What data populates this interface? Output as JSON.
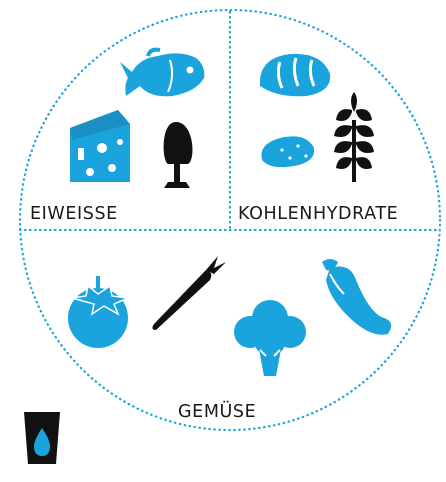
{
  "sections": {
    "protein": "EIWEISSE",
    "carbs": "KOHLENHYDRATE",
    "vegetables": "GEMÜSE"
  },
  "colors": {
    "accent_blue": "#1aa3dc",
    "dark": "#111111",
    "dotted_line": "#1aa3dc"
  },
  "icons": {
    "protein": [
      "fish-icon",
      "cheese-icon",
      "egg-icon"
    ],
    "carbs": [
      "bread-icon",
      "potato-icon",
      "wheat-icon"
    ],
    "vegetables": [
      "tomato-icon",
      "carrot-icon",
      "broccoli-icon",
      "eggplant-icon"
    ],
    "drink": "water-glass-icon"
  }
}
